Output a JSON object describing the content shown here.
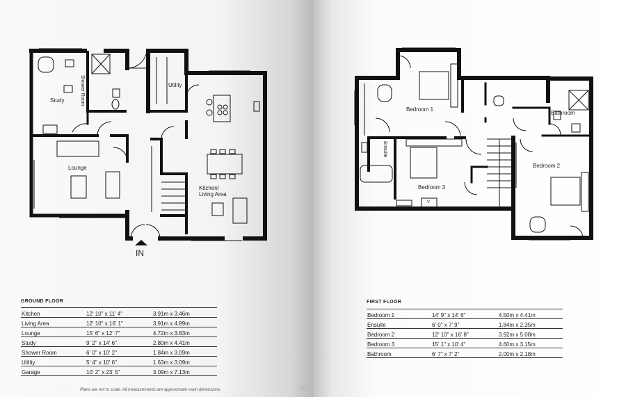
{
  "ground_floor": {
    "title": "GROUND FLOOR",
    "rooms": [
      {
        "name": "Kitchen",
        "imperial": "12' 10\" x 11' 4\"",
        "metric": "3.91m x 3.46m"
      },
      {
        "name": "Living Area",
        "imperial": "12' 10\" x 16' 1\"",
        "metric": "3.91m x 4.89m"
      },
      {
        "name": "Lounge",
        "imperial": "15' 6\" x 12' 7\"",
        "metric": "4.72m x 3.83m"
      },
      {
        "name": "Study",
        "imperial": "9' 2\" x 14' 6\"",
        "metric": "2.80m x 4.41m"
      },
      {
        "name": "Shower Room",
        "imperial": "6' 0\" x 10' 2\"",
        "metric": "1.84m x 3.09m"
      },
      {
        "name": "Utility",
        "imperial": "5' 4\" x 10' 6\"",
        "metric": "1.63m x 3.09m"
      },
      {
        "name": "Garage",
        "imperial": "10' 2\" x 23' 5\"",
        "metric": "3.09m x 7.13m"
      }
    ],
    "plan_labels": {
      "study": "Study",
      "shower_room": "Shower Room",
      "utility": "Utility",
      "lounge": "Lounge",
      "kitchen_line1": "Kitchen/",
      "kitchen_line2": "Living Area",
      "entrance": "IN"
    },
    "footnote": "Plans are not to scale. All measurements are approximate room dimensions.",
    "page_number": "70"
  },
  "first_floor": {
    "title": "FIRST FLOOR",
    "rooms": [
      {
        "name": "Bedroom 1",
        "imperial": "14' 9\" x 14' 6\"",
        "metric": "4.50m x 4.41m"
      },
      {
        "name": "Ensuite",
        "imperial": "6' 0\" x 7' 9\"",
        "metric": "1.84m x 2.35m"
      },
      {
        "name": "Bedroom 2",
        "imperial": "12' 10\" x 16' 8\"",
        "metric": "3.92m x 5.08m"
      },
      {
        "name": "Bedroom 3",
        "imperial": "15' 1\" x 10' 4\"",
        "metric": "4.60m x 3.15m"
      },
      {
        "name": "Bathroom",
        "imperial": "6' 7\" x 7' 2\"",
        "metric": "2.00m x 2.18m"
      }
    ],
    "plan_labels": {
      "bedroom1": "Bedroom 1",
      "bedroom2": "Bedroom 2",
      "bedroom3": "Bedroom 3",
      "ensuite": "Ensuite",
      "bathroom": "Bathroom",
      "window_mark": "V"
    }
  }
}
